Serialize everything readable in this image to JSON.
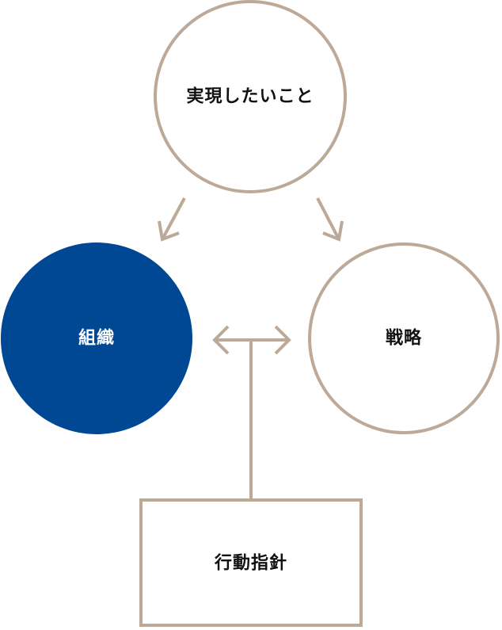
{
  "nodes": {
    "goal": {
      "label": "実現したいこと"
    },
    "organization": {
      "label": "組織"
    },
    "strategy": {
      "label": "戦略"
    },
    "guidelines": {
      "label": "行動指針"
    }
  },
  "colors": {
    "line": "#bda998",
    "accent": "#004893",
    "text_dark": "#111111",
    "text_light": "#ffffff",
    "background": "#ffffff"
  }
}
